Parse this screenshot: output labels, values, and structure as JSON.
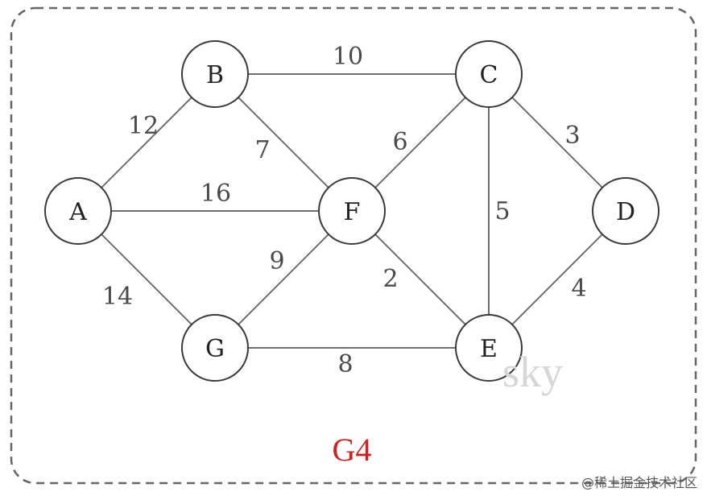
{
  "graph": {
    "title": "G4",
    "title_color": "#cc2222",
    "nodes": {
      "A": "A",
      "B": "B",
      "C": "C",
      "D": "D",
      "E": "E",
      "F": "F",
      "G": "G"
    },
    "edges": [
      {
        "from": "A",
        "to": "B",
        "weight": "12"
      },
      {
        "from": "A",
        "to": "F",
        "weight": "16"
      },
      {
        "from": "A",
        "to": "G",
        "weight": "14"
      },
      {
        "from": "B",
        "to": "C",
        "weight": "10"
      },
      {
        "from": "B",
        "to": "F",
        "weight": "7"
      },
      {
        "from": "F",
        "to": "C",
        "weight": "6"
      },
      {
        "from": "C",
        "to": "D",
        "weight": "3"
      },
      {
        "from": "C",
        "to": "E",
        "weight": "5"
      },
      {
        "from": "F",
        "to": "E",
        "weight": "2"
      },
      {
        "from": "F",
        "to": "G",
        "weight": "9"
      },
      {
        "from": "G",
        "to": "E",
        "weight": "8"
      },
      {
        "from": "D",
        "to": "E",
        "weight": "4"
      }
    ]
  },
  "watermarks": {
    "overlay": "sky",
    "source": "@稀土掘金技术社区"
  }
}
